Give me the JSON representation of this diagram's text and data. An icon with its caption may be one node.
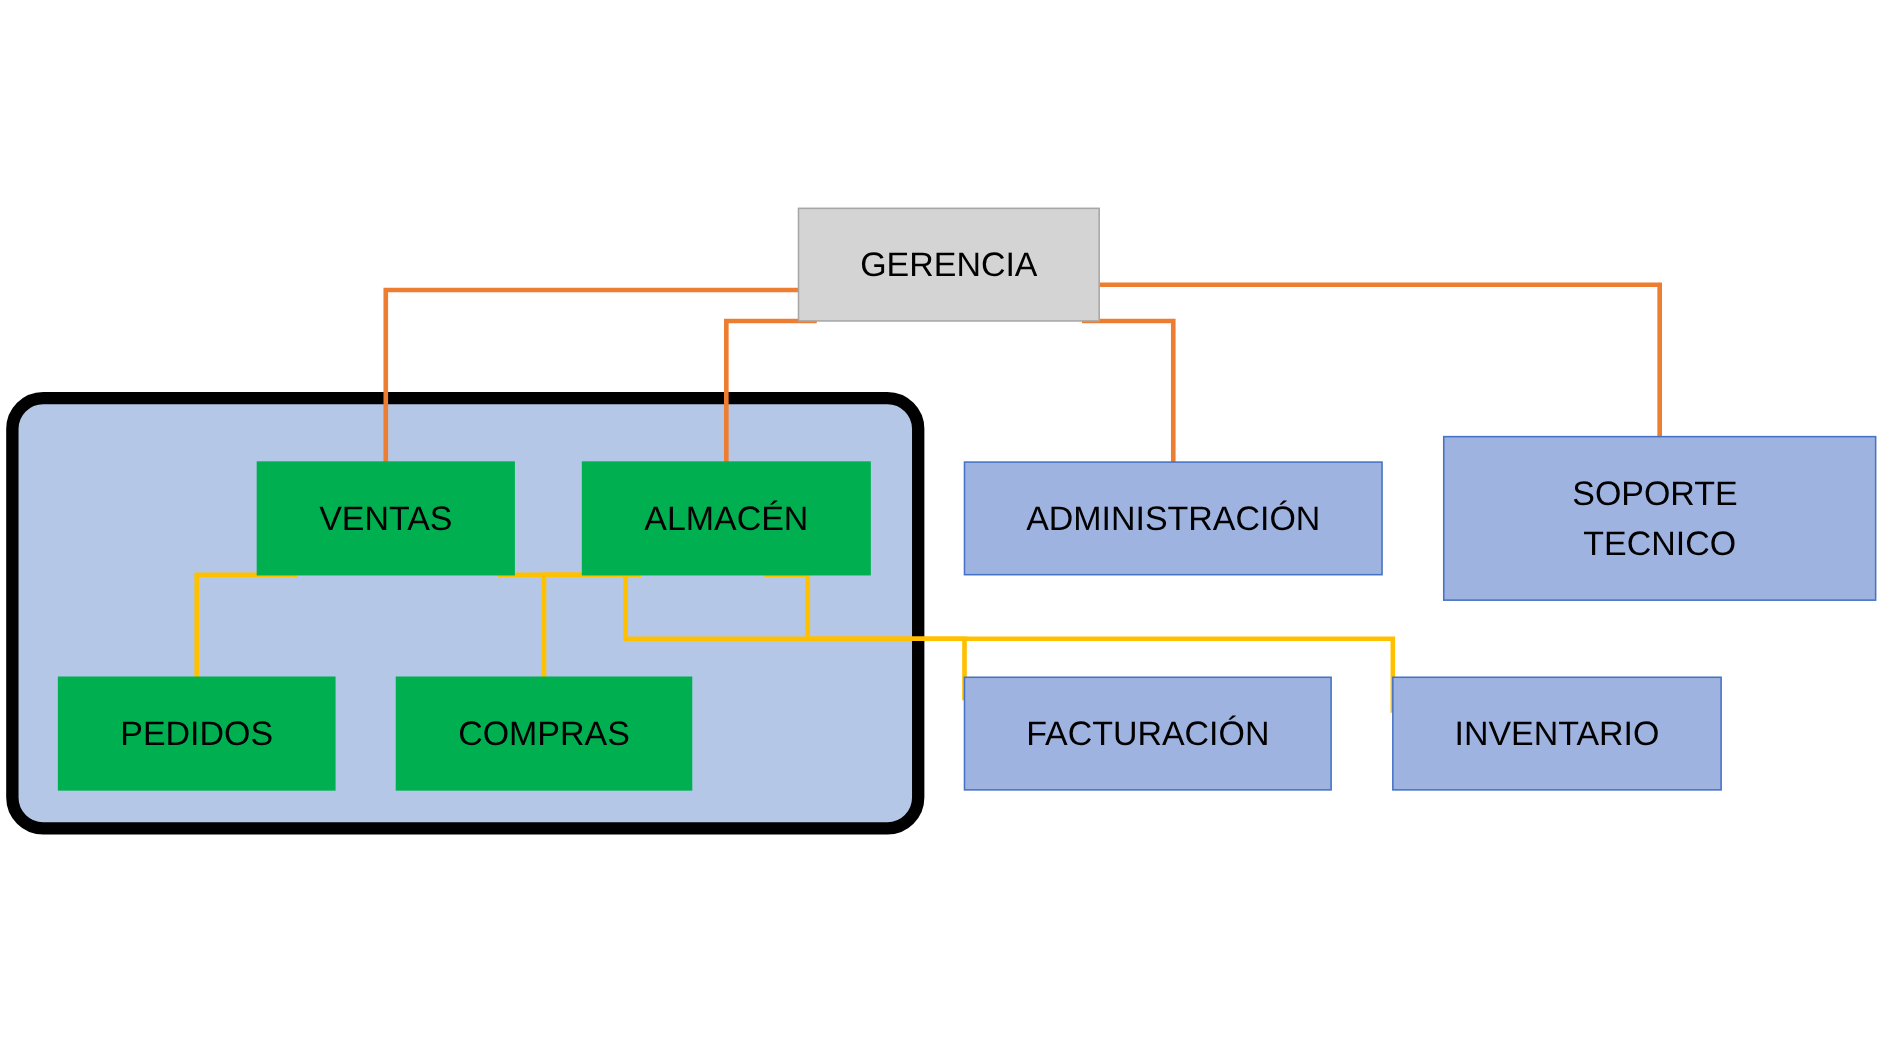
{
  "diagram": {
    "nodes": [
      {
        "text": [
          "GERENCIA"
        ]
      },
      {
        "text": [
          "ADMINISTRACIÓN"
        ]
      },
      {
        "text": [],
        "shape": "box"
      },
      {
        "text": [
          "VENTAS"
        ],
        "in": 2
      },
      {
        "text": [
          "PEDIDOS"
        ],
        "in": 2
      },
      {
        "text": [
          "ALMACÉN"
        ],
        "in": 2
      },
      {
        "text": [
          "COMPRAS"
        ],
        "in": 2
      },
      {
        "text": [
          "SOPORTE TECNICO"
        ]
      },
      {
        "text": [
          "FACTURACIÓN"
        ]
      },
      {
        "text": [
          "INVENTARIO"
        ]
      }
    ],
    "edges": [
      {
        "from": 0,
        "to": 1,
        "arrow": "none",
        "color": "#ed7d31"
      },
      {
        "from": 0,
        "to": 3,
        "arrow": "none",
        "color": "#ed7d31"
      },
      {
        "from": 0,
        "to": 5,
        "arrow": "none",
        "color": "#ed7d31"
      },
      {
        "from": 0,
        "to": 7,
        "arrow": "none",
        "color": "#ed7d31"
      },
      {
        "from": 3,
        "to": 4,
        "arrow": "none",
        "color": "#ffc000"
      },
      {
        "from": 3,
        "to": 8,
        "arrow": "none",
        "color": "#ffc000"
      },
      {
        "from": 5,
        "to": 6,
        "arrow": "none",
        "color": "#ffc000"
      },
      {
        "from": 5,
        "to": 9,
        "arrow": "none",
        "color": "#ffc000"
      }
    ]
  }
}
